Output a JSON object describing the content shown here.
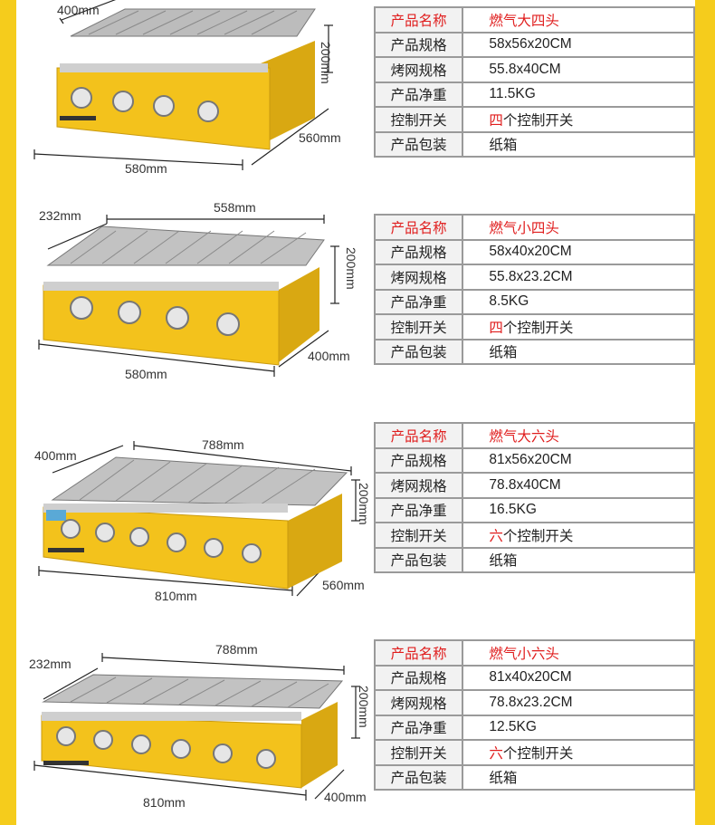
{
  "colors": {
    "accent_yellow": "#f5cc1c",
    "grill_body": "#f3c21c",
    "red_text": "#e01e1e",
    "table_label_bg": "#f2f2f2",
    "table_border": "#9a9a9a"
  },
  "products": [
    {
      "dims": {
        "depth": "400mm",
        "height": "200mm",
        "side": "560mm",
        "length": "580mm"
      },
      "knobs": 4,
      "specs": [
        {
          "label": "产品名称",
          "value": "燃气大四头",
          "highlight": "full"
        },
        {
          "label": "产品规格",
          "value": "58x56x20CM"
        },
        {
          "label": "烤网规格",
          "value": "55.8x40CM"
        },
        {
          "label": "产品净重",
          "value": "11.5KG"
        },
        {
          "label": "控制开关",
          "value_prefix": "四",
          "value_suffix": "个控制开关"
        },
        {
          "label": "产品包装",
          "value": "纸箱"
        }
      ]
    },
    {
      "dims": {
        "depth": "232mm",
        "top": "558mm",
        "height": "200mm",
        "side": "400mm",
        "length": "580mm"
      },
      "knobs": 4,
      "specs": [
        {
          "label": "产品名称",
          "value": "燃气小四头",
          "highlight": "full"
        },
        {
          "label": "产品规格",
          "value": "58x40x20CM"
        },
        {
          "label": "烤网规格",
          "value": "55.8x23.2CM"
        },
        {
          "label": "产品净重",
          "value": "8.5KG"
        },
        {
          "label": "控制开关",
          "value_prefix": "四",
          "value_suffix": "个控制开关"
        },
        {
          "label": "产品包装",
          "value": "纸箱"
        }
      ]
    },
    {
      "dims": {
        "depth": "400mm",
        "top": "788mm",
        "height": "200mm",
        "side": "560mm",
        "length": "810mm"
      },
      "knobs": 6,
      "specs": [
        {
          "label": "产品名称",
          "value": "燃气大六头",
          "highlight": "full"
        },
        {
          "label": "产品规格",
          "value": "81x56x20CM"
        },
        {
          "label": "烤网规格",
          "value": "78.8x40CM"
        },
        {
          "label": "产品净重",
          "value": "16.5KG"
        },
        {
          "label": "控制开关",
          "value_prefix": "六",
          "value_suffix": "个控制开关"
        },
        {
          "label": "产品包装",
          "value": "纸箱"
        }
      ]
    },
    {
      "dims": {
        "depth": "232mm",
        "top": "788mm",
        "height": "200mm",
        "side": "400mm",
        "length": "810mm"
      },
      "knobs": 6,
      "specs": [
        {
          "label": "产品名称",
          "value": "燃气小六头",
          "highlight": "full"
        },
        {
          "label": "产品规格",
          "value": "81x40x20CM"
        },
        {
          "label": "烤网规格",
          "value": "78.8x23.2CM"
        },
        {
          "label": "产品净重",
          "value": "12.5KG"
        },
        {
          "label": "控制开关",
          "value_prefix": "六",
          "value_suffix": "个控制开关"
        },
        {
          "label": "产品包装",
          "value": "纸箱"
        }
      ]
    }
  ]
}
